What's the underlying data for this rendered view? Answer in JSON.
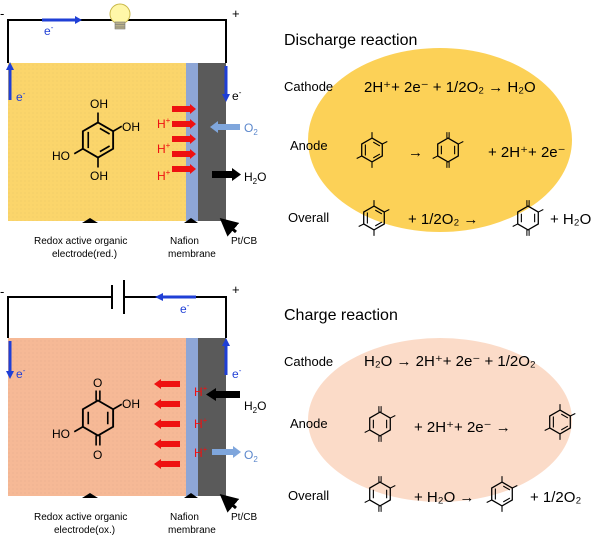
{
  "top": {
    "electron_label": "e",
    "electron_sup": "-",
    "sign_minus": "-",
    "sign_plus": "+",
    "proton_label": "H",
    "proton_sup": "+",
    "oxygen_main": "O",
    "oxygen_sub": "2",
    "water_main": "H",
    "water_sub": "2",
    "water_end": "O",
    "electrode_line1": "Redox active organic",
    "electrode_line2": "electrode(red.)",
    "membrane_line1": "Nafion",
    "membrane_line2": "membrane",
    "catalyst_label": "Pt/CB",
    "colors": {
      "electrode": "#fbd56b",
      "membrane": "#8ea6d6",
      "catalyst": "#5a5a5a",
      "electron_arrow": "#1f3fd6",
      "proton_arrow": "#ee1111",
      "o2_arrow": "#7fa6dc"
    }
  },
  "bottom": {
    "electron_label": "e",
    "electron_sup": "-",
    "sign_minus": "-",
    "sign_plus": "+",
    "proton_label": "H",
    "proton_sup": "+",
    "oxygen_main": "O",
    "oxygen_sub": "2",
    "water_main": "H",
    "water_sub": "2",
    "water_end": "O",
    "electrode_line1": "Redox active organic",
    "electrode_line2": "electrode(ox.)",
    "membrane_line1": "Nafion",
    "membrane_line2": "membrane",
    "catalyst_label": "Pt/CB",
    "colors": {
      "electrode": "#f6b996",
      "membrane": "#8ea6d6",
      "catalyst": "#5a5a5a"
    }
  },
  "discharge": {
    "title": "Discharge reaction",
    "cathode_label": "Cathode",
    "cathode_eq": "2H⁺+ 2e⁻ + 1/2O₂ → H₂O",
    "anode_label": "Anode",
    "anode_eq": "+ 2H⁺+ 2e⁻",
    "anode_arrow": "→",
    "overall_label": "Overall",
    "overall_eq1": "+ 1/2O₂ →",
    "overall_eq2": "+ H₂O",
    "ellipse_color": "#fbc93a"
  },
  "charge": {
    "title": "Charge reaction",
    "cathode_label": "Cathode",
    "cathode_eq": "H₂O → 2H⁺+ 2e⁻ + 1/2O₂",
    "anode_label": "Anode",
    "anode_eq": "+ 2H⁺+ 2e⁻ →",
    "overall_label": "Overall",
    "overall_eq1": "+ H₂O →",
    "overall_eq2": "+ 1/2O₂",
    "ellipse_color": "#fbd7c2"
  },
  "molecule_labels": {
    "oh": "OH",
    "ho": "HO",
    "o": "O"
  }
}
